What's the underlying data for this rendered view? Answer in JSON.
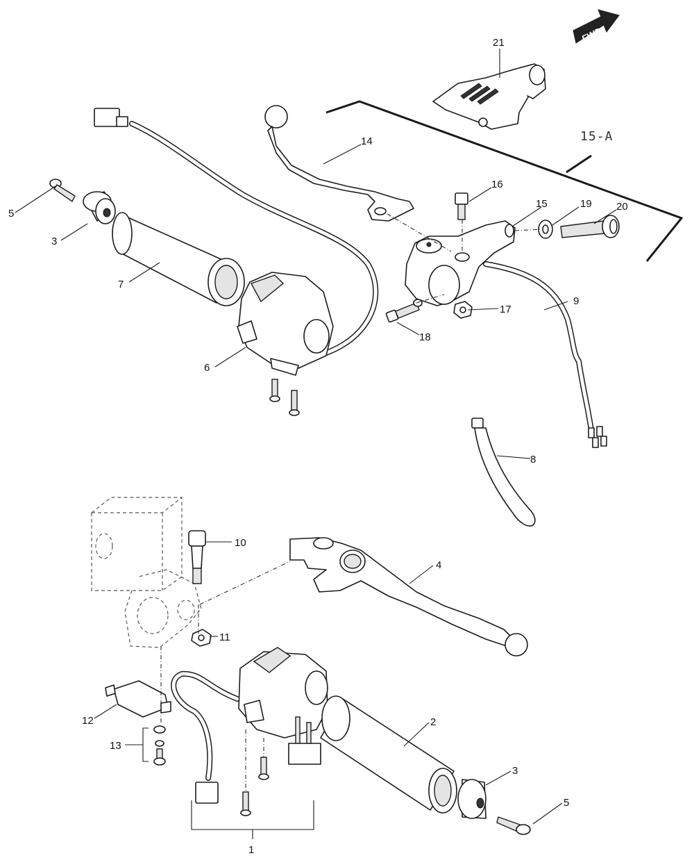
{
  "diagram": {
    "direction_label": "FWD",
    "section_label": "15-A",
    "callouts": {
      "p1": "1",
      "p2": "2",
      "p3a": "3",
      "p3b": "3",
      "p4": "4",
      "p5a": "5",
      "p5b": "5",
      "p6": "6",
      "p7": "7",
      "p8": "8",
      "p9": "9",
      "p10": "10",
      "p11": "11",
      "p12": "12",
      "p13": "13",
      "p14": "14",
      "p15": "15",
      "p16": "16",
      "p17": "17",
      "p18": "18",
      "p19": "19",
      "p20": "20",
      "p21": "21"
    },
    "colors": {
      "line": "#1a1a1a",
      "paper": "#ffffff",
      "arrow": "#222222"
    }
  }
}
